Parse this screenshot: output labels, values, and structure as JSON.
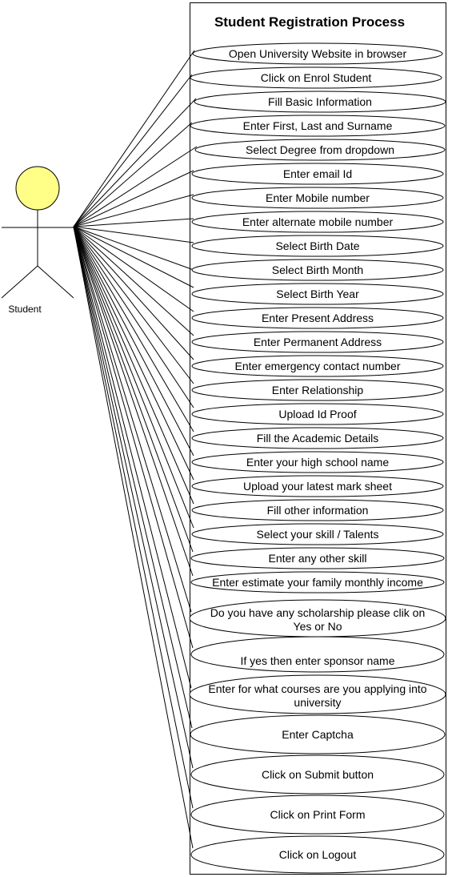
{
  "title": "Student Registration Process",
  "actor": {
    "name": "Student",
    "head_fill": "#ffff88"
  },
  "use_cases": [
    [
      "Open University Website in browser"
    ],
    [
      "Click on Enrol Student"
    ],
    [
      "Fill Basic Information"
    ],
    [
      "Enter First, Last and Surname"
    ],
    [
      "Select Degree from dropdown"
    ],
    [
      "Enter email Id"
    ],
    [
      "Enter Mobile number"
    ],
    [
      "Enter alternate mobile number"
    ],
    [
      "Select Birth Date"
    ],
    [
      "Select Birth Month"
    ],
    [
      "Select Birth Year"
    ],
    [
      "Enter Present Address"
    ],
    [
      "Enter Permanent Address"
    ],
    [
      "Enter emergency contact number"
    ],
    [
      "Enter Relationship"
    ],
    [
      "Upload Id Proof"
    ],
    [
      "Fill the Academic Details"
    ],
    [
      "Enter your high school name"
    ],
    [
      "Upload your latest mark sheet"
    ],
    [
      "Fill other information"
    ],
    [
      "Select your skill  / Talents"
    ],
    [
      "Enter any other skill"
    ],
    [
      "Enter estimate your family monthly income"
    ],
    [
      "Do you have any scholarship please clik on",
      "Yes or No"
    ],
    [
      "If yes then enter sponsor name"
    ],
    [
      "Enter for what courses are you applying into",
      "university"
    ],
    [
      "Enter Captcha"
    ],
    [
      "Click on Submit button"
    ],
    [
      "Click on Print Form"
    ],
    [
      "Click on Logout"
    ]
  ]
}
